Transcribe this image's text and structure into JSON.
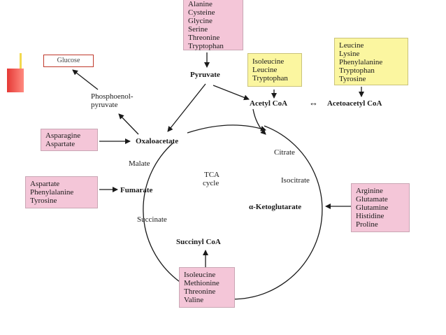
{
  "metabolites": {
    "glucose": "Glucose",
    "pyruvate": "Pyruvate",
    "pep_line1": "Phosphoenol-",
    "pep_line2": "pyruvate",
    "acetyl_coa": "Acetyl CoA",
    "exchange": "↔",
    "acetoacetyl_coa": "Acetoacetyl CoA",
    "oxaloacetate": "Oxaloacetate",
    "citrate": "Citrate",
    "malate": "Malate",
    "tca_line1": "TCA",
    "tca_line2": "cycle",
    "isocitrate": "Isocitrate",
    "fumarate": "Fumarate",
    "ketoglutarate": "α-Ketoglutarate",
    "succinate": "Succinate",
    "succinyl_coa": "Succinyl CoA"
  },
  "amino_acid_groups": {
    "to_pyruvate": [
      "Alanine",
      "Cysteine",
      "Glycine",
      "Serine",
      "Threonine",
      "Tryptophan"
    ],
    "to_acetyl_coa": [
      "Isoleucine",
      "Leucine",
      "Tryptophan"
    ],
    "to_acetoacetyl_coa": [
      "Leucine",
      "Lysine",
      "Phenylalanine",
      "Tryptophan",
      "Tyrosine"
    ],
    "to_oxaloacetate": [
      "Asparagine",
      "Aspartate"
    ],
    "to_fumarate": [
      "Aspartate",
      "Phenylalanine",
      "Tyrosine"
    ],
    "to_ketoglutarate": [
      "Arginine",
      "Glutamate",
      "Glutamine",
      "Histidine",
      "Proline"
    ],
    "to_succinyl_coa": [
      "Isoleucine",
      "Methionine",
      "Threonine",
      "Valine"
    ]
  },
  "colors": {
    "glucogenic_box": "#f4c6d8",
    "ketogenic_box": "#fbf6a0",
    "glucose_border": "#c0392b",
    "deco_accent_red": "#e53935",
    "deco_accent_yellow": "#f2d94e"
  }
}
